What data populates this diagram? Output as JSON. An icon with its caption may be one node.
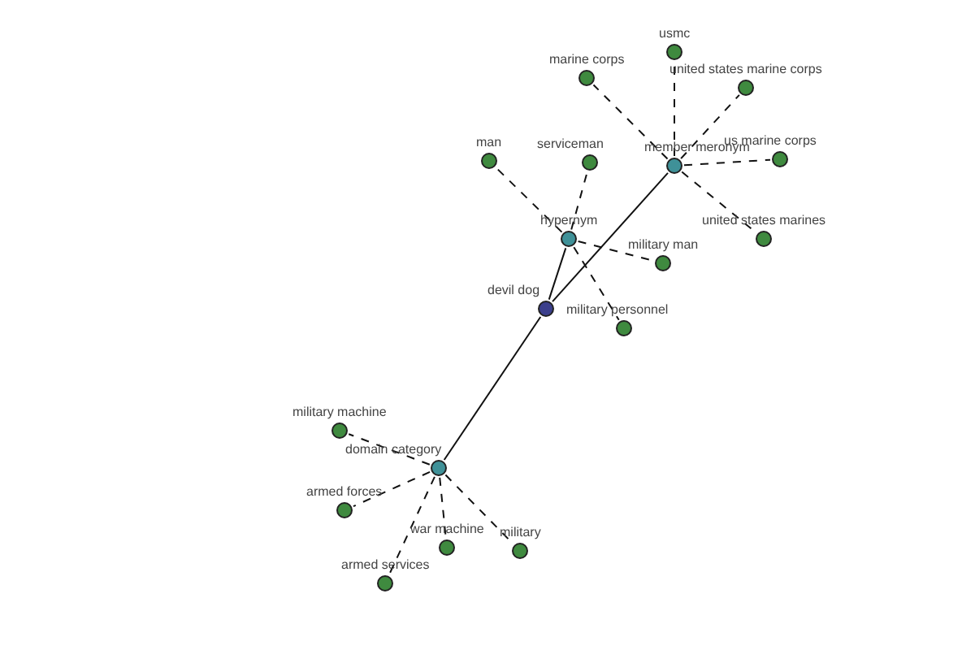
{
  "diagram": {
    "nodes": [
      {
        "text": [
          "devil dog"
        ]
      },
      {
        "text": [
          "hypernym"
        ]
      },
      {
        "text": [
          "member meronym"
        ]
      },
      {
        "text": [
          "domain category"
        ]
      },
      {
        "text": [
          "man"
        ]
      },
      {
        "text": [
          "serviceman"
        ]
      },
      {
        "text": [
          "military man"
        ]
      },
      {
        "text": [
          "military personnel"
        ]
      },
      {
        "text": [
          "marine corps"
        ]
      },
      {
        "text": [
          "usmc"
        ]
      },
      {
        "text": [
          "united states marine corps"
        ]
      },
      {
        "text": [
          "us marine corps"
        ]
      },
      {
        "text": [
          "united states marines"
        ]
      },
      {
        "text": [
          "military machine"
        ]
      },
      {
        "text": [
          "armed forces"
        ]
      },
      {
        "text": [
          "war machine"
        ]
      },
      {
        "text": [
          "military"
        ]
      },
      {
        "text": [
          "armed services"
        ]
      }
    ],
    "edges": [
      {
        "from": 0,
        "to": 1,
        "arrow": "none"
      },
      {
        "from": 0,
        "to": 2,
        "arrow": "none"
      },
      {
        "from": 0,
        "to": 3,
        "arrow": "none"
      },
      {
        "from": 1,
        "to": 4,
        "arrow": "none",
        "style": "dashed"
      },
      {
        "from": 1,
        "to": 5,
        "arrow": "none",
        "style": "dashed"
      },
      {
        "from": 1,
        "to": 6,
        "arrow": "none",
        "style": "dashed"
      },
      {
        "from": 1,
        "to": 7,
        "arrow": "none",
        "style": "dashed"
      },
      {
        "from": 2,
        "to": 8,
        "arrow": "none",
        "style": "dashed"
      },
      {
        "from": 2,
        "to": 9,
        "arrow": "none",
        "style": "dashed"
      },
      {
        "from": 2,
        "to": 10,
        "arrow": "none",
        "style": "dashed"
      },
      {
        "from": 2,
        "to": 11,
        "arrow": "none",
        "style": "dashed"
      },
      {
        "from": 2,
        "to": 12,
        "arrow": "none",
        "style": "dashed"
      },
      {
        "from": 3,
        "to": 13,
        "arrow": "none",
        "style": "dashed"
      },
      {
        "from": 3,
        "to": 14,
        "arrow": "none",
        "style": "dashed"
      },
      {
        "from": 3,
        "to": 15,
        "arrow": "none",
        "style": "dashed"
      },
      {
        "from": 3,
        "to": 16,
        "arrow": "none",
        "style": "dashed"
      },
      {
        "from": 3,
        "to": 17,
        "arrow": "none",
        "style": "dashed"
      }
    ]
  }
}
